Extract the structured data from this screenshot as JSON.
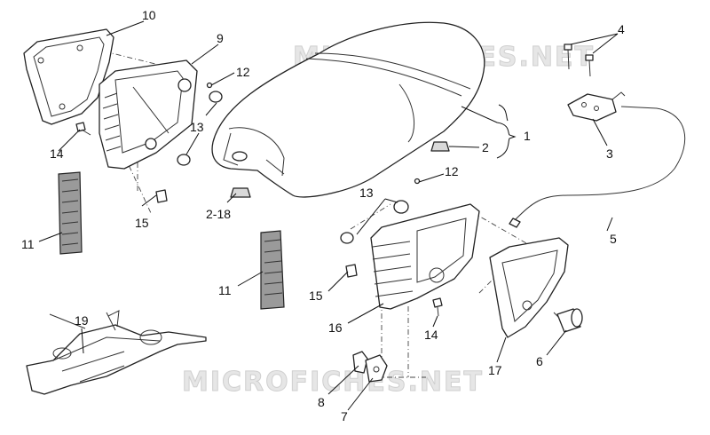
{
  "watermark_text": "MICROFICHES.NET",
  "callouts": [
    {
      "id": "c10",
      "text": "10"
    },
    {
      "id": "c9",
      "text": "9"
    },
    {
      "id": "c12a",
      "text": "12"
    },
    {
      "id": "c13a",
      "text": "13"
    },
    {
      "id": "c14a",
      "text": "14"
    },
    {
      "id": "c15a",
      "text": "15"
    },
    {
      "id": "c11a",
      "text": "11"
    },
    {
      "id": "c218",
      "text": "2-18"
    },
    {
      "id": "c2",
      "text": "2"
    },
    {
      "id": "c1",
      "text": "1"
    },
    {
      "id": "c4",
      "text": "4"
    },
    {
      "id": "c3",
      "text": "3"
    },
    {
      "id": "c5",
      "text": "5"
    },
    {
      "id": "c12b",
      "text": "12"
    },
    {
      "id": "c13b",
      "text": "13"
    },
    {
      "id": "c11b",
      "text": "11"
    },
    {
      "id": "c15b",
      "text": "15"
    },
    {
      "id": "c16",
      "text": "16"
    },
    {
      "id": "c14b",
      "text": "14"
    },
    {
      "id": "c17",
      "text": "17"
    },
    {
      "id": "c6",
      "text": "6"
    },
    {
      "id": "c19",
      "text": "19"
    },
    {
      "id": "c8",
      "text": "8"
    },
    {
      "id": "c7",
      "text": "7"
    }
  ]
}
